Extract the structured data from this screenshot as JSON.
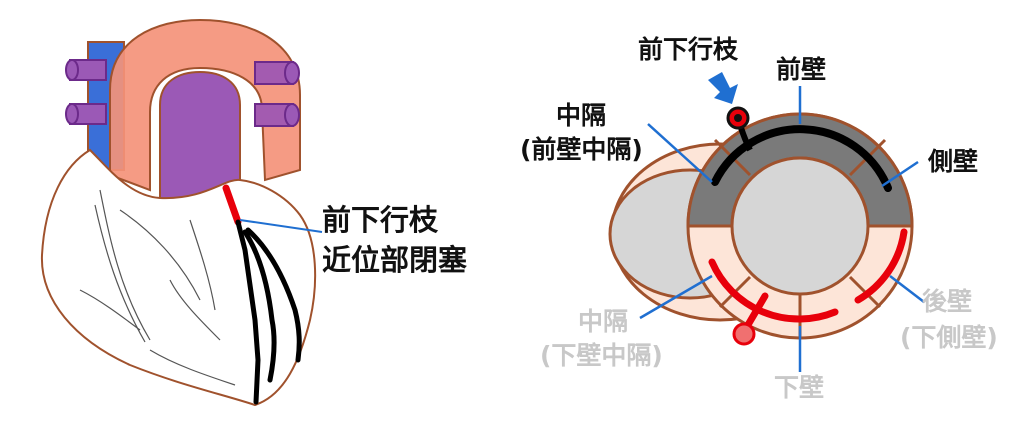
{
  "heart": {
    "occlusion_label_line1": "前下行枝",
    "occlusion_label_line2": "近位部閉塞"
  },
  "cross_section": {
    "artery_label": "前下行枝",
    "regions": {
      "anterior_wall": "前壁",
      "lateral_wall": "側壁",
      "septum_anterior_line1": "中隔",
      "septum_anterior_line2": "(前壁中隔)",
      "septum_inferior_line1": "中隔",
      "septum_inferior_line2": "(下壁中隔)",
      "inferior_wall": "下壁",
      "posterior_wall_line1": "後壁",
      "posterior_wall_line2": "(下側壁)"
    }
  },
  "colors": {
    "outline": "#a0522d",
    "aorta": "#f4937a",
    "pulmonary": "#9b59b6",
    "vena_cava": "#3a6fd8",
    "ischemic": "#7a7a7a",
    "artery_red": "#e8000b",
    "leader_line": "#1f6fd1",
    "normal_muscle": "#fde5d8",
    "cavity": "#d6d6d6",
    "faded_text": "#c8c8c8"
  }
}
